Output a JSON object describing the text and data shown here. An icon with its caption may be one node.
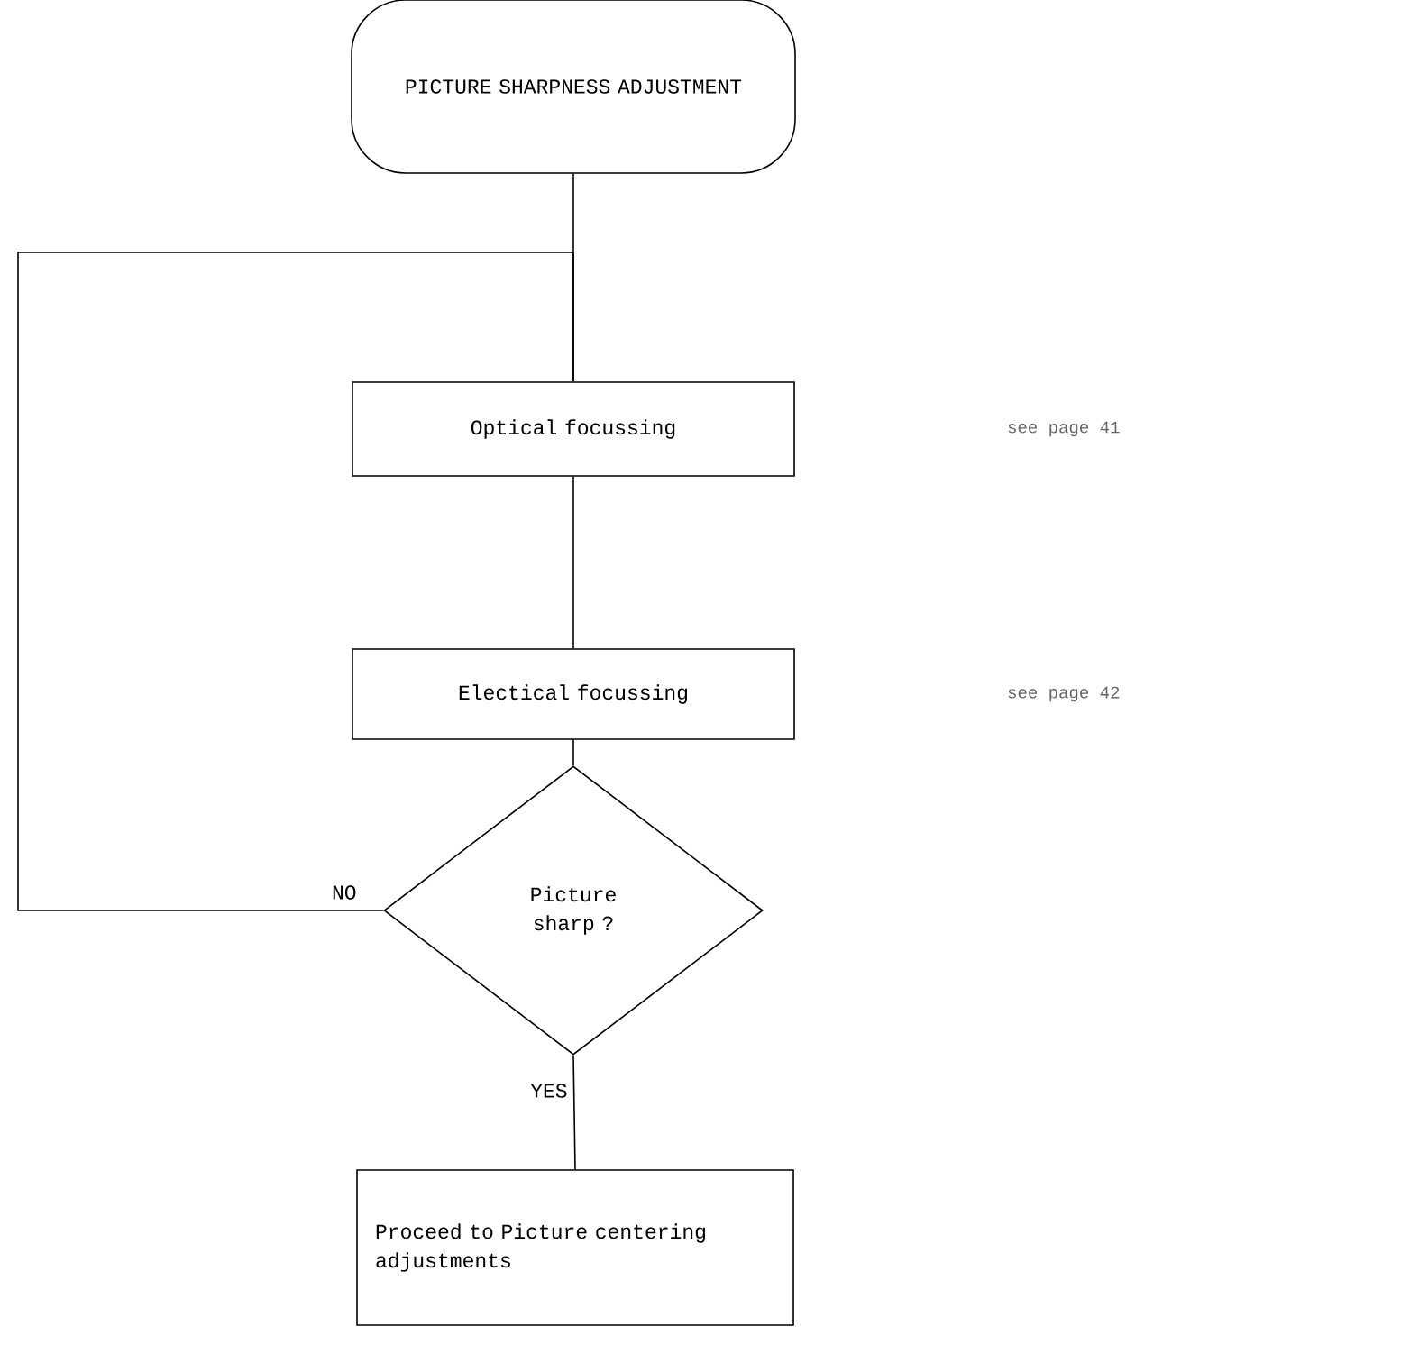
{
  "diagram": {
    "nodes": [
      {
        "text": [
          "PICTURE SHARPNESS ADJUSTMENT"
        ]
      },
      {
        "text": [
          "Optical focussing"
        ]
      },
      {
        "text": [
          "Electical focussing"
        ]
      },
      {
        "text": [
          "Picture sharp ?"
        ]
      },
      {
        "text": [
          "Proceed to Picture centering adjustments"
        ]
      }
    ],
    "edges": [
      {
        "from": 0,
        "to": 1,
        "arrow": "none"
      },
      {
        "from": 1,
        "to": 2,
        "arrow": "none"
      },
      {
        "from": 2,
        "to": 3,
        "arrow": "none"
      },
      {
        "from": 3,
        "to": 4,
        "arrow": "none",
        "label": "YES"
      },
      {
        "from": 3,
        "to": 1,
        "arrow": "none",
        "label": "NO"
      }
    ],
    "labels": [
      "see page 41",
      "see page 42"
    ]
  }
}
